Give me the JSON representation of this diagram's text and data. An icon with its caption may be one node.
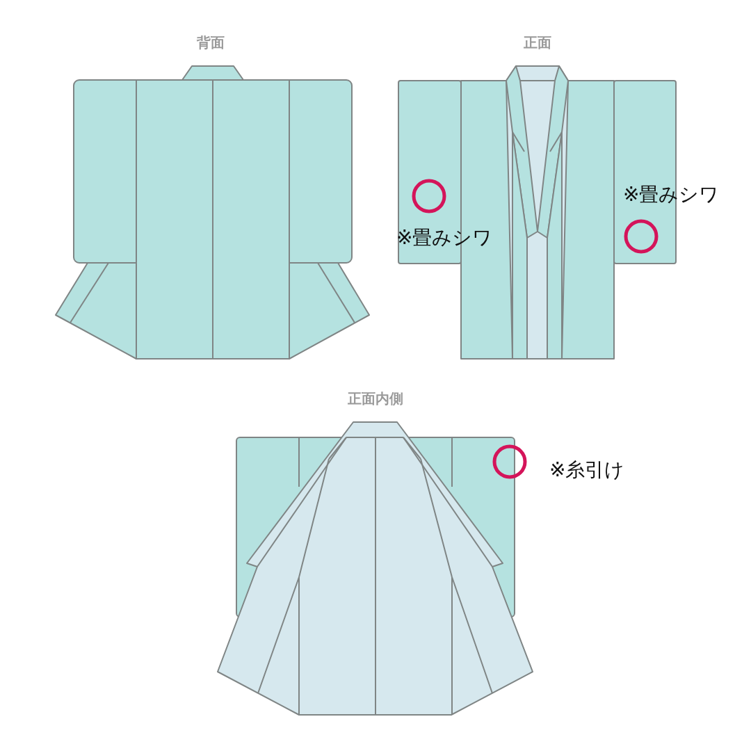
{
  "diagram": {
    "nodes": [
      {
        "text": [],
        "shape": "circle",
        "beside": [
          "※畳みシワ"
        ]
      },
      {
        "text": [],
        "shape": "circle",
        "beside": [
          "※畳みシワ"
        ]
      },
      {
        "text": [],
        "shape": "circle",
        "beside": [
          "※糸引け"
        ]
      }
    ],
    "labels": [
      "背面",
      "正面",
      "正面内側"
    ]
  }
}
